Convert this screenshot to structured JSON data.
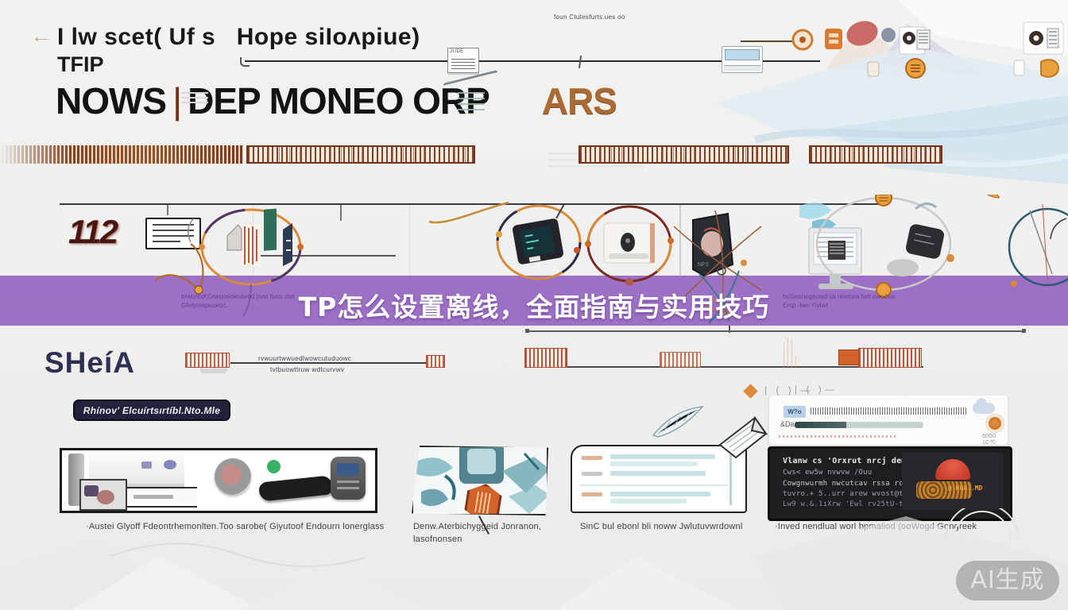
{
  "colors": {
    "background": "#f0f0ee",
    "banner_purple": "#9c70c5",
    "barcode_brown": "#7c3a1c",
    "headline_black": "#131313",
    "ars_copper": "#a96a33",
    "logo_navy": "#2c3054",
    "button_bg": "#20233a",
    "accent_orange": "#dd8a3c",
    "teal_bar": "#c7e2e6",
    "terminal_bg": "#1e1e20",
    "green_dot": "#38b264"
  },
  "top": {
    "back_arrow": "←",
    "tagline": "I lw scet( Uf s   Hope siƖoʌpiue)",
    "brand": "TFIP",
    "corner_note": "foun Ctutesfurts.ues oo",
    "headline_w1": "NOWS",
    "headline_sep": "|",
    "headline_mid": "DEP MONEO ORP",
    "headline_ars": "ARS",
    "line_device_label": "JUDE"
  },
  "mid": {
    "step_number": "112"
  },
  "banner": {
    "title": "TP怎么设置离线，全面指南与实用技巧",
    "ghost_left_1": "brwonlsKGrwuoeoieulwod pvst twos dwt",
    "ghost_left_2": "GfeIyrsepeueoc.",
    "ghost_right_1": "twSwonegeuwd sa rewttew lwtl ewodsw",
    "ghost_right_2": "Emp- lwo YwIwt"
  },
  "section": {
    "logo": "SHeíA",
    "micro_1": "rvwuurtwwuedlwowcutuduowc",
    "micro_2": "tvtbuowttruw wdtcurvwv",
    "button_label": "Rhínov' Elcuírtsırtíbl.Nto.Mle",
    "paren_marks": "| ( ) —"
  },
  "cards": [
    {
      "caption": "·Austei Glyoff  Fdeontrhemonlten.Too sarobe( Giyutoof Endourn lonerglass"
    },
    {
      "caption_1": "Denw.Aterbichyggeid Jonranon,",
      "caption_2": "lasofnonsen"
    },
    {
      "caption": "SinC bul ebonl bli noww Jwlutuvwrdownl"
    },
    {
      "caption": "·Inved nendlual worl bpmaliod  (ooWogd Gongreek"
    }
  ],
  "panel4": {
    "badge": "W?o",
    "label": "&Da",
    "stat_1": "60O0",
    "stat_2": "1C?0",
    "progress_pct": 40
  },
  "terminal": {
    "line_1": "Vlanw cs  'Orxrut nrcj demasıt cn",
    "line_2": "Cws< ew5w nvwvw        /Ouu",
    "line_3": "Cowgnwurmh nwcutcav rssa rcenwutbwua",
    "line_4": "tuvro.+ 5..urr arew wvost@tnbıwtnsa",
    "line_5": "Lw9 w.&.1ıXrw 'Ewl rv25tU-t3t7w",
    "blob_text": "@ KOA..MD"
  },
  "watermark": "AI生成"
}
